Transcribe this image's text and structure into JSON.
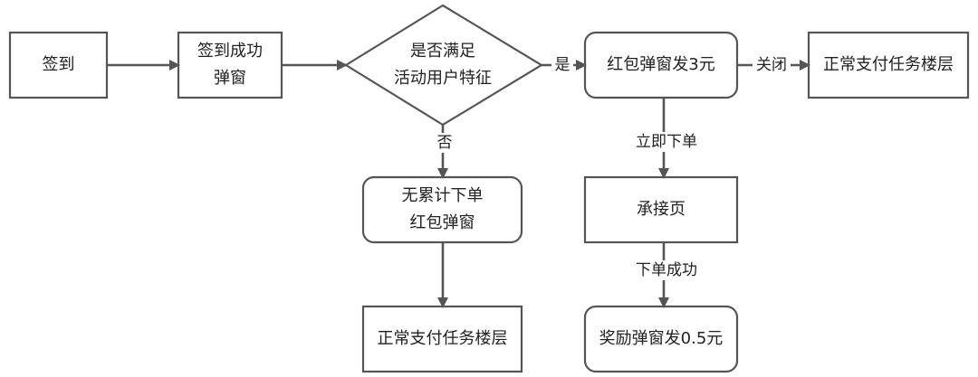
{
  "nodes": {
    "sign_in": {
      "text": "签到"
    },
    "sign_success": {
      "line1": "签到成功",
      "line2": "弹窗"
    },
    "decision": {
      "line1": "是否满足",
      "line2": "活动用户特征"
    },
    "red_packet_3": {
      "text": "红包弹窗发3元"
    },
    "normal_task_top": {
      "text": "正常支付任务楼层"
    },
    "landing_page": {
      "text": "承接页"
    },
    "reward_05": {
      "text": "奖励弹窗发0.5元"
    },
    "no_order_packet": {
      "line1": "无累计下单",
      "line2": "红包弹窗"
    },
    "normal_task_bottom": {
      "text": "正常支付任务楼层"
    }
  },
  "edges": {
    "yes": "是",
    "no": "否",
    "close": "关闭",
    "order_now": "立即下单",
    "order_success": "下单成功"
  }
}
